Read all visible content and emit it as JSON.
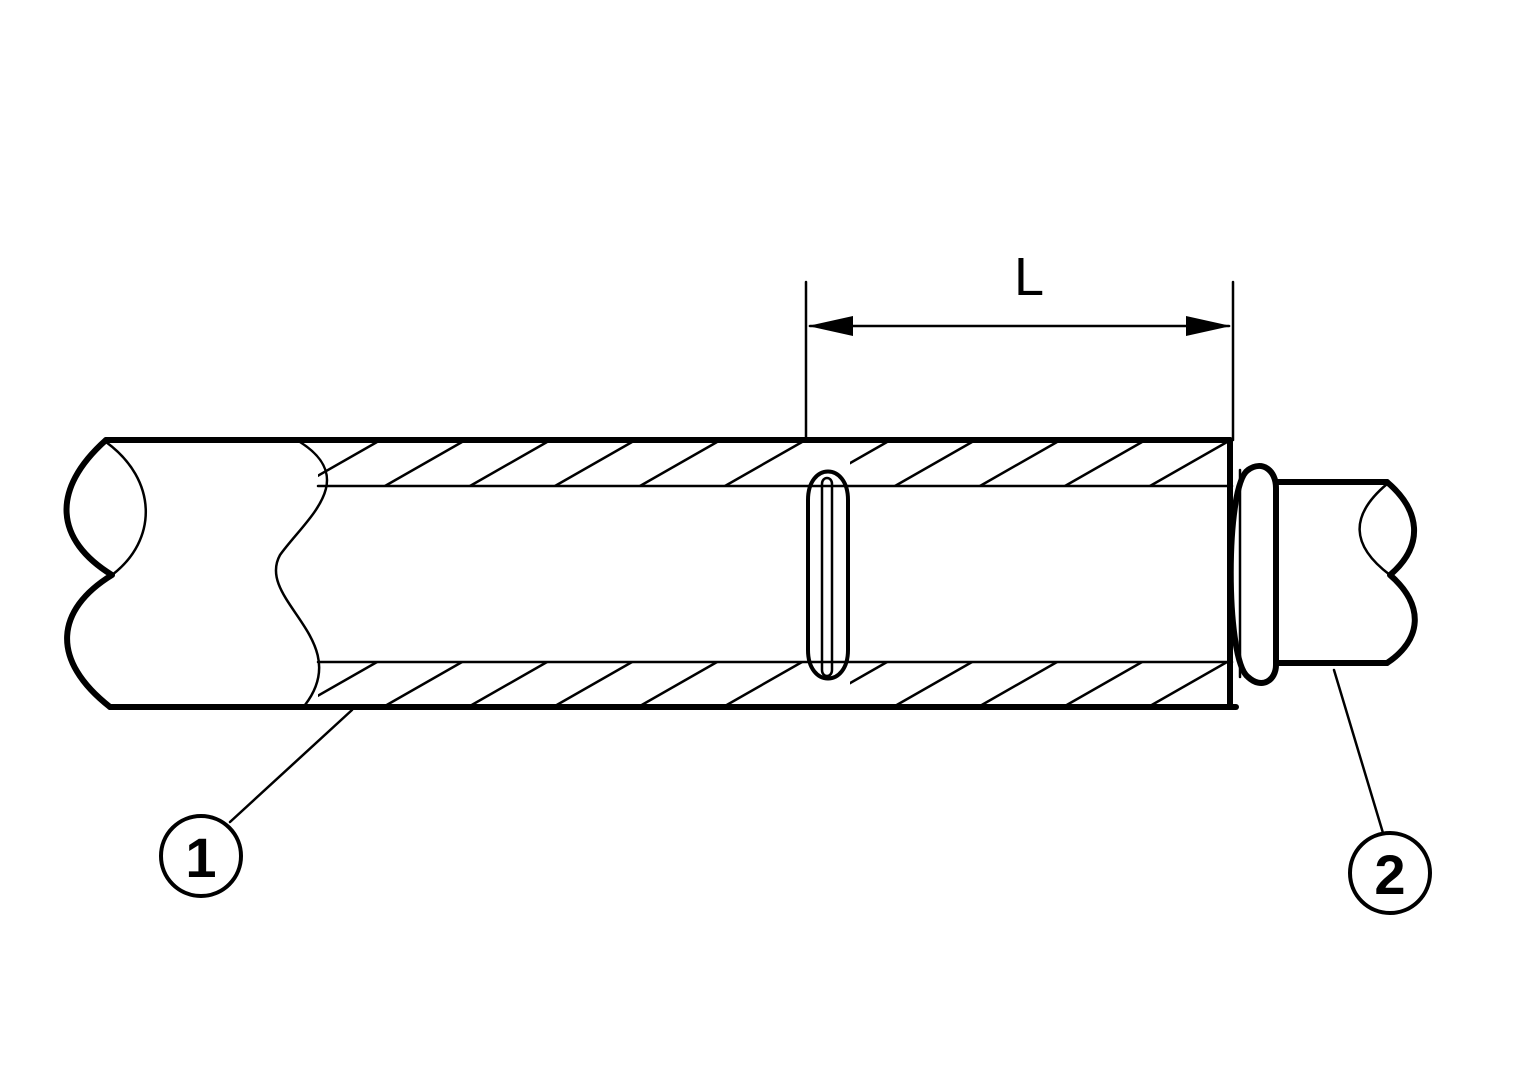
{
  "diagram": {
    "dimension": {
      "label": "L"
    },
    "callouts": [
      {
        "id": "outer-tube",
        "label": "1"
      },
      {
        "id": "inner-tube",
        "label": "2"
      }
    ],
    "colors": {
      "ink": "#000000",
      "background": "#ffffff"
    }
  }
}
